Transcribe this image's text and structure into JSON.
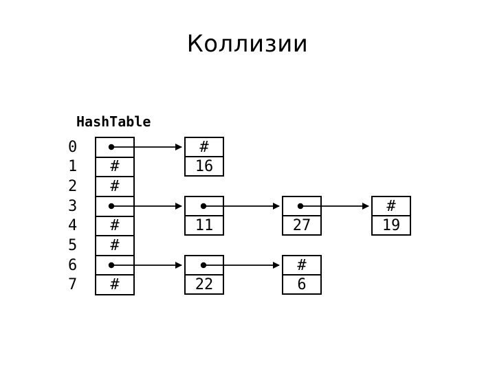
{
  "slide": {
    "title": "Коллизии",
    "background": "#ffffff",
    "ink": "#000000"
  },
  "hash_table": {
    "label": "HashTable",
    "null_marker": "#",
    "rows": [
      {
        "index": "0",
        "slot": "pointer"
      },
      {
        "index": "1",
        "slot": "null",
        "marker": "#"
      },
      {
        "index": "2",
        "slot": "null",
        "marker": "#"
      },
      {
        "index": "3",
        "slot": "pointer"
      },
      {
        "index": "4",
        "slot": "null",
        "marker": "#"
      },
      {
        "index": "5",
        "slot": "null",
        "marker": "#"
      },
      {
        "index": "6",
        "slot": "pointer"
      },
      {
        "index": "7",
        "slot": "null",
        "marker": "#"
      }
    ],
    "chains": [
      {
        "bucket": "0",
        "nodes": [
          {
            "value": "16",
            "next": "null",
            "next_marker": "#"
          }
        ]
      },
      {
        "bucket": "3",
        "nodes": [
          {
            "value": "11",
            "next": "pointer"
          },
          {
            "value": "27",
            "next": "pointer"
          },
          {
            "value": "19",
            "next": "null",
            "next_marker": "#"
          }
        ]
      },
      {
        "bucket": "6",
        "nodes": [
          {
            "value": "22",
            "next": "pointer"
          },
          {
            "value": "6",
            "next": "null",
            "next_marker": "#"
          }
        ]
      }
    ]
  }
}
